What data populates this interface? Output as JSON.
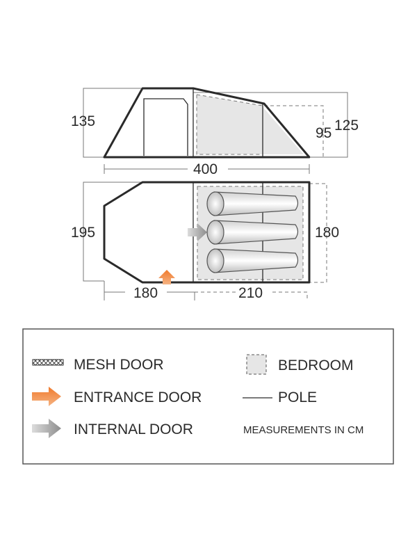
{
  "diagram": {
    "side_view": {
      "height_left": "135",
      "height_inner": "95",
      "height_right": "125",
      "length": "400"
    },
    "floor_plan": {
      "width_left": "195",
      "width_right": "180",
      "porch_length": "180",
      "bedroom_length": "210"
    }
  },
  "legend": {
    "items": [
      {
        "icon": "mesh-door-icon",
        "label": "MESH DOOR"
      },
      {
        "icon": "entrance-door-arrow-icon",
        "label": "ENTRANCE DOOR"
      },
      {
        "icon": "internal-door-arrow-icon",
        "label": "INTERNAL DOOR"
      },
      {
        "icon": "bedroom-swatch-icon",
        "label": "BEDROOM"
      },
      {
        "icon": "pole-line-icon",
        "label": "POLE"
      }
    ],
    "note": "MEASUREMENTS IN CM"
  },
  "colors": {
    "outline": "#2a2a2a",
    "bedroom_fill": "#e6e6e6",
    "entrance_arrow": "#f08a3c",
    "internal_arrow": "#9a9a9a",
    "dimension_line": "#666666"
  }
}
